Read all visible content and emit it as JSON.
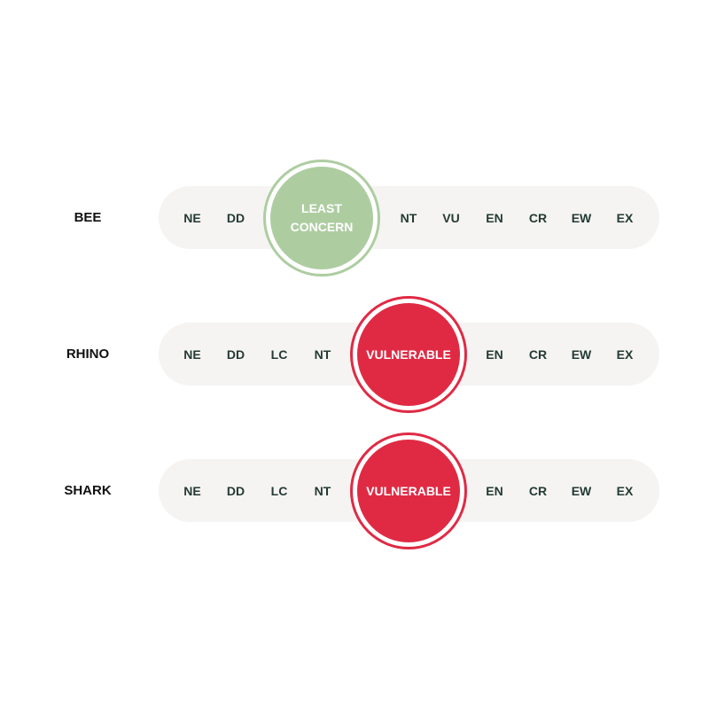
{
  "animals": [
    {
      "name": "BEE",
      "codes": [
        "NE",
        "DD",
        "",
        "NT",
        "VU",
        "EN",
        "CR",
        "EW",
        "EX"
      ],
      "highlight": {
        "label": "LEAST CONCERN",
        "color": "#adcda1"
      }
    },
    {
      "name": "RHINO",
      "codes": [
        "NE",
        "DD",
        "LC",
        "NT",
        "",
        "EN",
        "CR",
        "EW",
        "EX"
      ],
      "highlight": {
        "label": "VULNERABLE",
        "color": "#e02a44"
      }
    },
    {
      "name": "SHARK",
      "codes": [
        "NE",
        "DD",
        "LC",
        "NT",
        "",
        "EN",
        "CR",
        "EW",
        "EX"
      ],
      "highlight": {
        "label": "VULNERABLE",
        "color": "#e02a44"
      }
    }
  ]
}
